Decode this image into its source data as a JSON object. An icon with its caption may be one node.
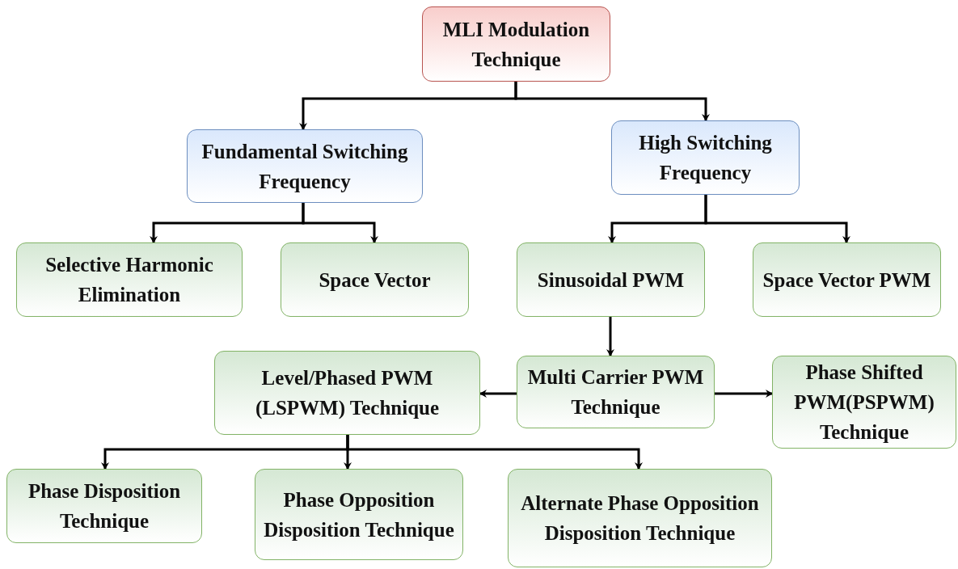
{
  "diagram": {
    "nodes": [
      {
        "text": [
          "MLI Modulation Technique"
        ]
      },
      {
        "text": [
          "Fundamental Switching Frequency"
        ]
      },
      {
        "text": [
          "High Switching Frequency"
        ]
      },
      {
        "text": [
          "Selective Harmonic Elimination"
        ]
      },
      {
        "text": [
          "Space Vector"
        ]
      },
      {
        "text": [
          "Sinusoidal PWM"
        ]
      },
      {
        "text": [
          "Space Vector PWM"
        ]
      },
      {
        "text": [
          "Level/Phased PWM (LSPWM) Technique"
        ]
      },
      {
        "text": [
          "Multi Carrier PWM Technique"
        ]
      },
      {
        "text": [
          "Phase Shifted PWM(PSPWM) Technique"
        ]
      },
      {
        "text": [
          "Phase Disposition Technique"
        ]
      },
      {
        "text": [
          "Phase Opposition Disposition Technique"
        ]
      },
      {
        "text": [
          "Alternate Phase Opposition Disposition Technique"
        ]
      }
    ],
    "edges": [
      {
        "from": 0,
        "to": 1,
        "arrow": "to"
      },
      {
        "from": 0,
        "to": 2,
        "arrow": "to"
      },
      {
        "from": 1,
        "to": 3,
        "arrow": "to"
      },
      {
        "from": 1,
        "to": 4,
        "arrow": "to"
      },
      {
        "from": 2,
        "to": 5,
        "arrow": "to"
      },
      {
        "from": 2,
        "to": 6,
        "arrow": "to"
      },
      {
        "from": 5,
        "to": 8,
        "arrow": "to"
      },
      {
        "from": 8,
        "to": 7,
        "arrow": "to"
      },
      {
        "from": 8,
        "to": 9,
        "arrow": "to"
      },
      {
        "from": 7,
        "to": 10,
        "arrow": "to"
      },
      {
        "from": 7,
        "to": 11,
        "arrow": "to"
      },
      {
        "from": 7,
        "to": 12,
        "arrow": "to"
      }
    ]
  }
}
